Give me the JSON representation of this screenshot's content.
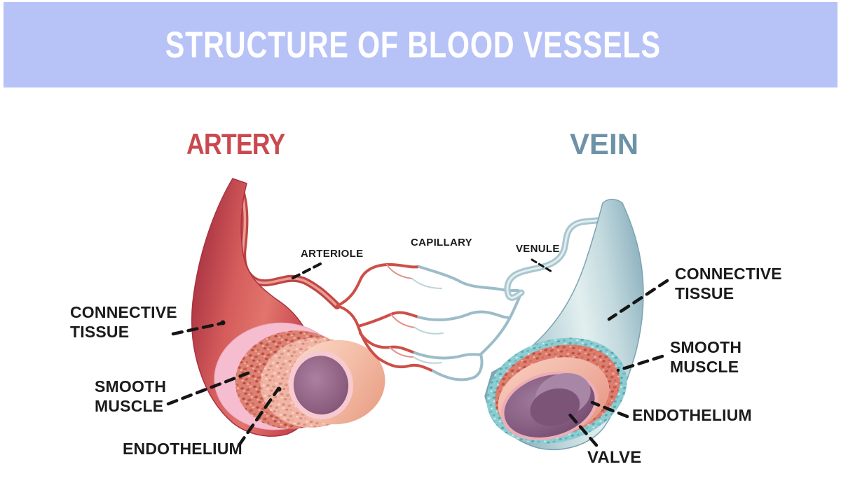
{
  "title": "STRUCTURE OF BLOOD VESSELS",
  "headings": {
    "artery": "ARTERY",
    "vein": "VEIN"
  },
  "labels": {
    "connective_tissue_left": {
      "line1": "CONNECTIVE",
      "line2": "TISSUE"
    },
    "smooth_muscle_left": {
      "line1": "SMOOTH",
      "line2": "MUSCLE"
    },
    "endothelium_left": "ENDOTHELIUM",
    "arteriole": "ARTERIOLE",
    "capillary": "CAPILLARY",
    "venule": "VENULE",
    "connective_tissue_right": {
      "line1": "CONNECTIVE",
      "line2": "TISSUE"
    },
    "smooth_muscle_right": {
      "line1": "SMOOTH",
      "line2": "MUSCLE"
    },
    "endothelium_right": "ENDOTHELIUM",
    "valve": "VALVE"
  },
  "colors": {
    "banner": "#b7c2f6",
    "title_text": "#ffffff",
    "artery_heading": "#c9494f",
    "vein_heading": "#6d92a8",
    "label_text": "#1b1b1b",
    "artery_body": "#d95f5d",
    "vein_body": "#aac8d2",
    "capillary_red": "#cd4f48",
    "capillary_blue": "#9dbcc9",
    "leader_line": "#151515"
  }
}
